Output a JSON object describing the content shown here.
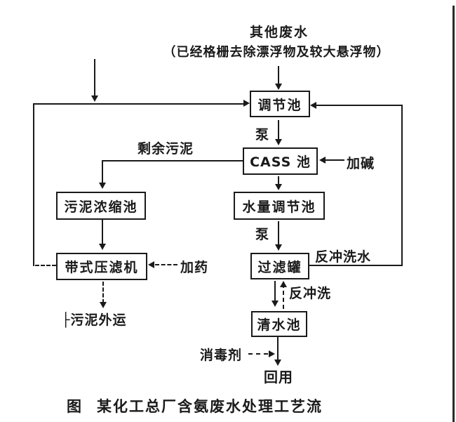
{
  "colors": {
    "ink": "#1a1a1a",
    "paper": "#ffffff",
    "scan_edge": "#2a2a2a"
  },
  "top_note": {
    "stream": "其他废水",
    "pretreatment": "（已经格栅去除漂浮物及较大悬浮物）"
  },
  "nodes": {
    "regulating_tank": "调节池",
    "cass_tank": "CASS 池",
    "flow_regulating_tank": "水量调节池",
    "filter_tank": "过滤罐",
    "clear_water_tank": "清水池",
    "sludge_thickener": "污泥浓缩池",
    "belt_filter_press": "带式压滤机"
  },
  "flows": {
    "pump_1": "泵",
    "pump_2": "泵",
    "alkali_dosing": "加碱",
    "excess_sludge": "剩余污泥",
    "chemical_dosing": "加药",
    "sludge_disposal_prefix": "├",
    "sludge_disposal": "污泥外运",
    "backwash_water": "反冲洗水",
    "backwash": "反冲洗",
    "disinfectant": "消毒剂",
    "reuse": "回用"
  },
  "caption": {
    "fig_label": "图",
    "title": "某化工总厂含氨废水处理工艺流"
  }
}
